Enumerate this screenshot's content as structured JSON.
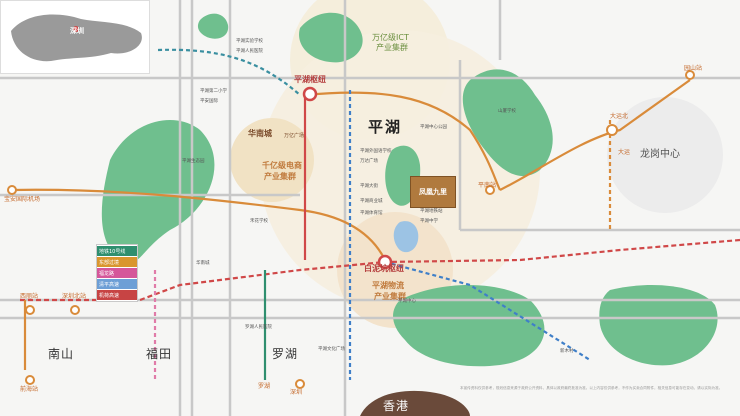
{
  "districts": {
    "pinghu": "平湖",
    "nanshan": "南山",
    "futian": "福田",
    "luohu": "罗湖",
    "xianggang": "香港",
    "longgang_center": "龙岗中心"
  },
  "zones": {
    "ict": [
      "万亿级ICT",
      "产业集群"
    ],
    "ecommerce": [
      "千亿级电商",
      "产业集群"
    ],
    "finance": [
      "平湖物流",
      "产业集群"
    ],
    "huanan": "华南城",
    "wanyi": "万亿广场"
  },
  "hubs": {
    "pinghu_hub": "平湖枢纽",
    "baini_hub": "白泥坑枢纽",
    "fenghuang": "凤凰九里"
  },
  "stations": {
    "baoan_airport": "宝安国际机场",
    "xili": "西丽站",
    "shenzhen_north": "深圳北站",
    "qianhai": "前海站",
    "shenzhen_east": "深圳",
    "luohu_stn": "罗湖",
    "dayun": "大运",
    "dayun_north": "大运北",
    "pingnan": "平南站",
    "pinghu_south": "平湖南",
    "yuanshan": "园山站",
    "pinghu_lake": "平湖"
  },
  "legend": [
    {
      "label": "地铁10号线",
      "color": "#2f8f6f"
    },
    {
      "label": "东部过境",
      "color": "#d9962e"
    },
    {
      "label": "福龙路",
      "color": "#d5579a"
    },
    {
      "label": "清平高速",
      "color": "#6d9fd6"
    },
    {
      "label": "机荷高速",
      "color": "#c74444"
    }
  ],
  "pois": [
    "平湖实验学校",
    "华南城",
    "平湖人民医院",
    "平湖外国语学校",
    "万达广场",
    "平湖中心公园",
    "平湖大街",
    "平湖生态园",
    "禾花学校",
    "平湖商业城",
    "山厦学校",
    "罗湖人民医院",
    "平湖体育馆",
    "平湖地铁站",
    "平湖中学",
    "平湖第二小学",
    "平安国际",
    "平湖中心",
    "平湖文化广场",
    "新木村"
  ],
  "footnote": "本宣传资料仅供参考，规划信息来源于政府公开资料，具体以政府最终批准为准。以上内容仅供参考，不作为买卖合同附件，相关信息可能存在变动，请以实际为准。",
  "colors": {
    "park": "#6fbf8e",
    "park_dark": "#57ac7a",
    "water": "#9cc3e4",
    "road": "#c8c8c8",
    "metro_red": "#d04848",
    "metro_orange": "#d98b3a",
    "metro_teal": "#3a8fa0",
    "metro_pink": "#e07ba8",
    "metro_blue": "#3f7fc8",
    "zone_fill": "#f3e6cf"
  },
  "inset_label": "深圳"
}
